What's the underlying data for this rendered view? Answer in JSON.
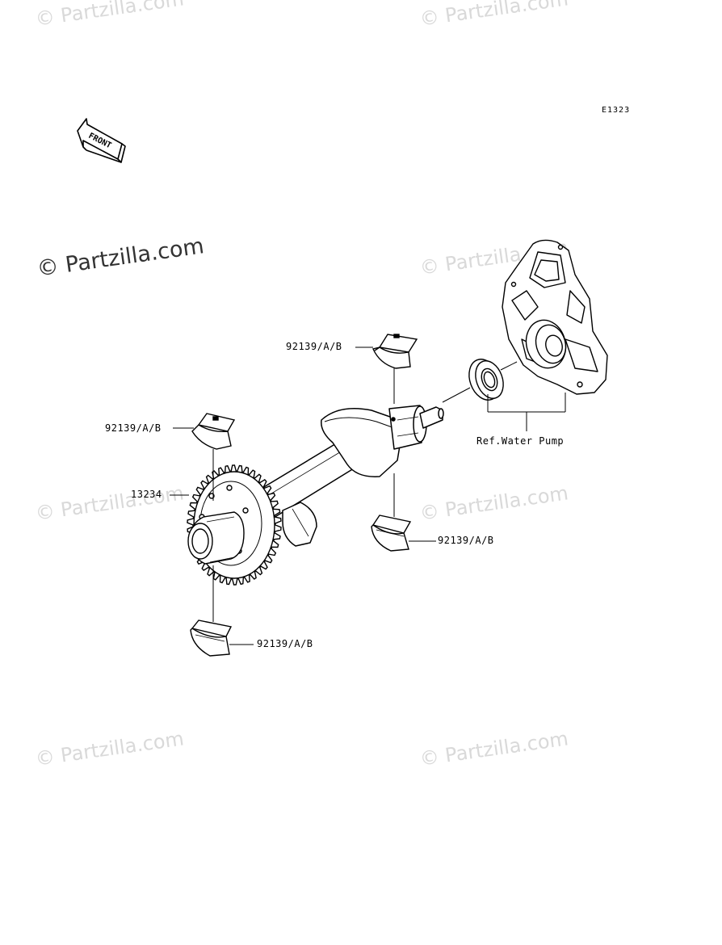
{
  "watermarks": [
    "© Partzilla.com",
    "© Partzilla.com",
    "© Partzilla.com",
    "© Partzilla.com",
    "© Partzilla.com",
    "© Partzilla.com",
    "© Partzilla.com",
    "© Partzilla.com"
  ],
  "diagram_code": "E1323",
  "front_arrow_label": "FRONT",
  "callouts": {
    "bearing_top_right": "92139/A/B",
    "bearing_top_left": "92139/A/B",
    "gear": "13234",
    "bearing_mid_right": "92139/A/B",
    "bearing_bottom": "92139/A/B",
    "ref_water_pump": "Ref.Water Pump"
  }
}
